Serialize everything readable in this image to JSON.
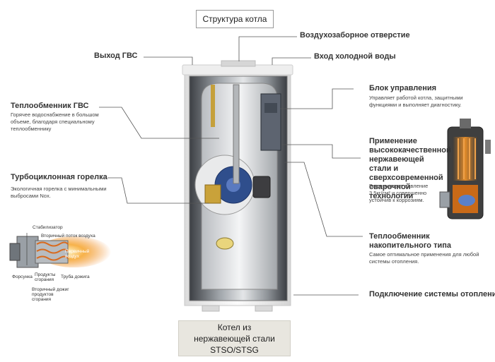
{
  "title": "Структура котла",
  "labels": {
    "air_intake": "Воздухозаборное отверстие",
    "dhw_outlet": "Выход ГВС",
    "cold_inlet": "Вход холодной воды",
    "dhw_exchanger_title": "Теплообменник ГВС",
    "dhw_exchanger_desc": "Горячее водоснабжение в большом объеме, благодаря специальному теплообменнику",
    "burner_title": "Турбоциклонная горелка",
    "burner_desc": "Экологичная горелка с минимальными выбросами Nox.",
    "control_title": "Блок управления",
    "control_desc": "Управляет работой котла, защитными функциями и выполняет диагностику.",
    "steel_title": "Применение высококачественной нержавеющей стали и сверхсовременной сварочной технологии",
    "steel_desc": "Выдерживает давление 3,5кг/см² и совершенно устойчив к коррозиям.",
    "storage_title": "Теплообменник накопительного типа",
    "storage_desc": "Самое оптимальное применения для любой системы отопления.",
    "heating_connection": "Подключение системы отопления"
  },
  "burner_diagram": {
    "stabilizer": "Стабилизатор",
    "secondary_air": "Вторичный поток воздуха",
    "primary_air": "Первичный воздух",
    "nozzle": "Форсунка",
    "combustion_products": "Продукты сгорания",
    "afterburn_tube": "Труба дожига",
    "secondary_afterburn": "Вторичный дожиг продуктов сгорания"
  },
  "caption": "Котел из нержавеющей стали STSO/STSG",
  "colors": {
    "leader_line": "#555555",
    "caption_bg": "#e8e6df",
    "boiler_body": "#f2f2f0",
    "flame": "#f08a2a"
  }
}
